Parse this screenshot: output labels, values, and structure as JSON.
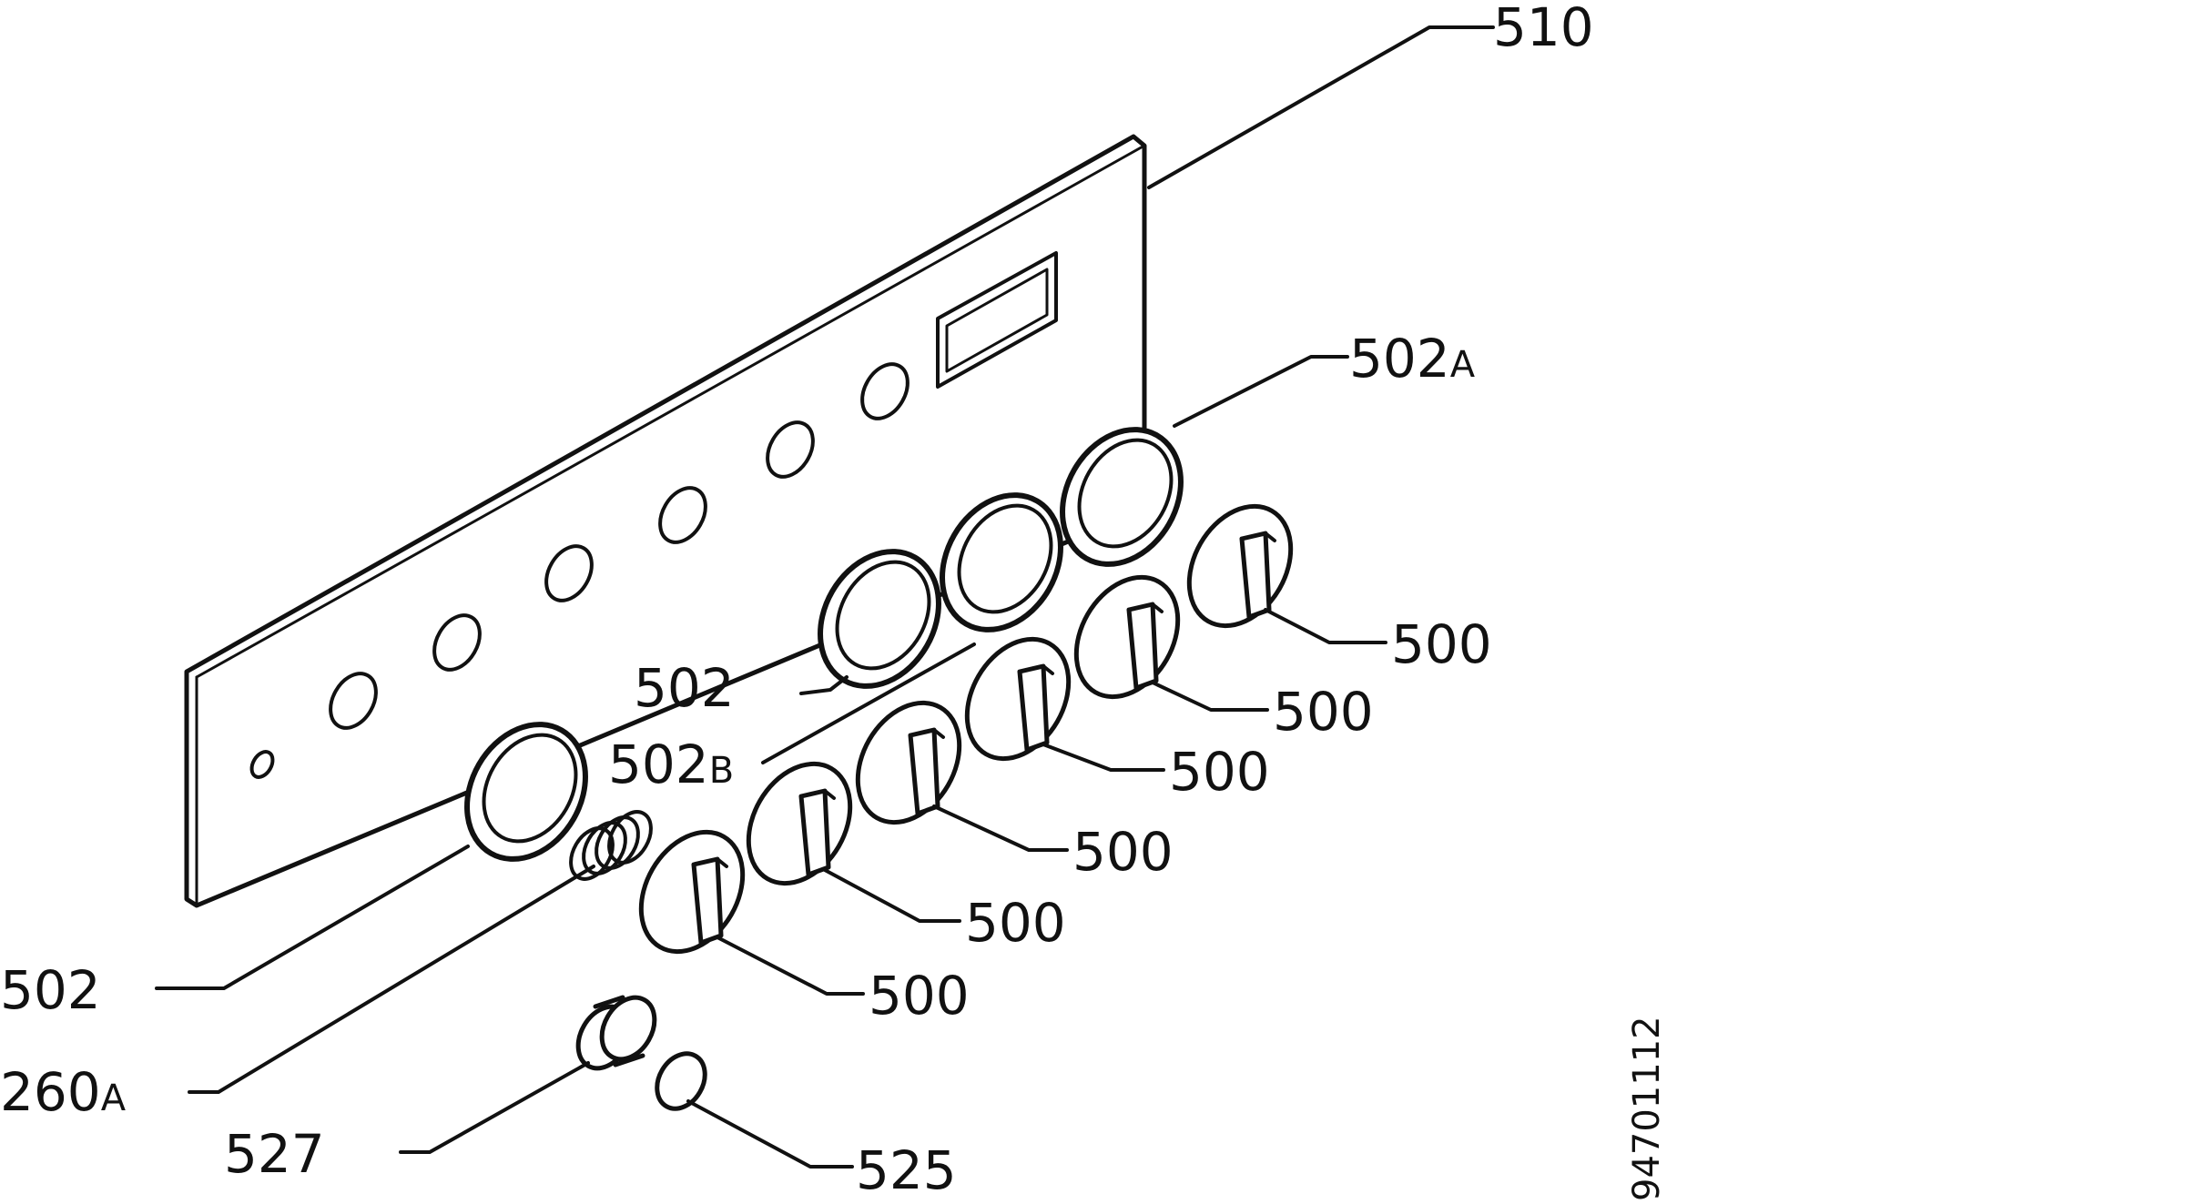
{
  "colors": {
    "ink": "#111111",
    "background": "#ffffff"
  },
  "labels": {
    "p510": "510",
    "p502a": {
      "num": "502",
      "suffix": "A"
    },
    "p502_mid": "502",
    "p502b": {
      "num": "502",
      "suffix": "B"
    },
    "p502_left": "502",
    "p260a": {
      "num": "260",
      "suffix": "A"
    },
    "p527": "527",
    "p525": "525",
    "p500_1": "500",
    "p500_2": "500",
    "p500_3": "500",
    "p500_4": "500",
    "p500_5": "500",
    "p500_6": "500"
  },
  "drawing_code": "94701112"
}
